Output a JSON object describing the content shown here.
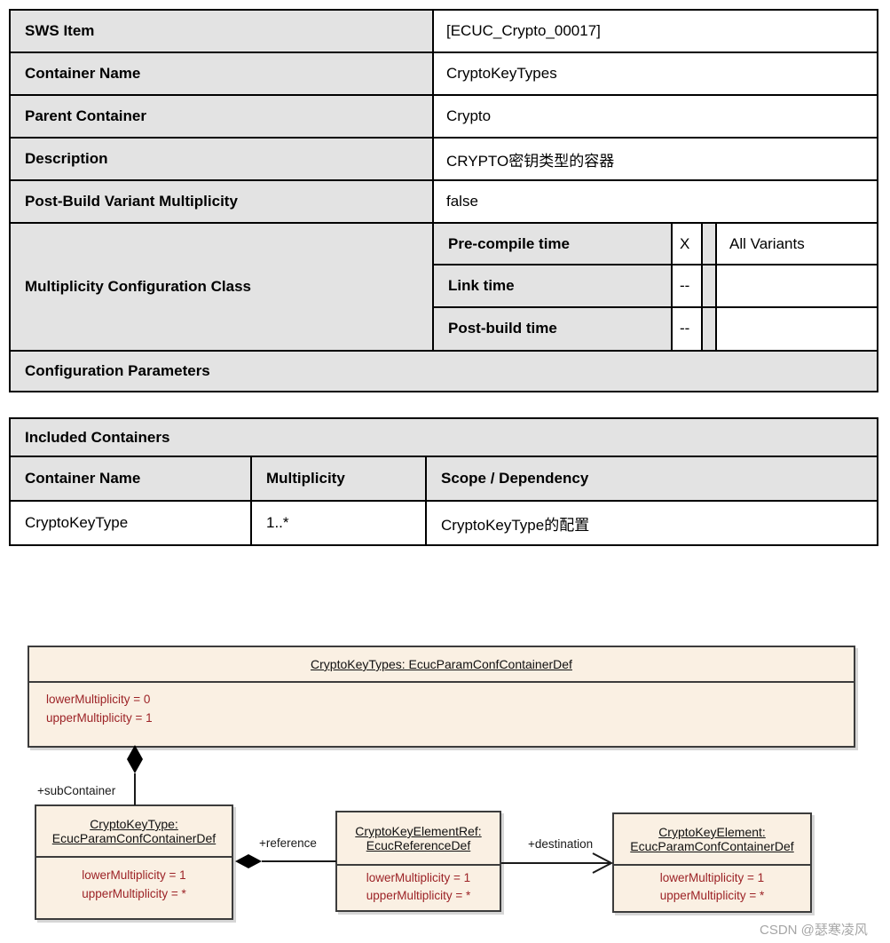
{
  "spec_table": {
    "rows": [
      {
        "label": "SWS Item",
        "value": "[ECUC_Crypto_00017]"
      },
      {
        "label": "Container Name",
        "value": "CryptoKeyTypes"
      },
      {
        "label": "Parent Container",
        "value": "Crypto"
      },
      {
        "label": "Description",
        "value": "CRYPTO密钥类型的容器"
      },
      {
        "label": "Post-Build Variant Multiplicity",
        "value": "false"
      }
    ],
    "multiplicity_config": {
      "label": "Multiplicity Configuration Class",
      "rows": [
        {
          "phase": "Pre-compile time",
          "mark": "X",
          "variant": "All Variants"
        },
        {
          "phase": "Link time",
          "mark": "--",
          "variant": ""
        },
        {
          "phase": "Post-build time",
          "mark": "--",
          "variant": ""
        }
      ]
    },
    "footer": "Configuration Parameters"
  },
  "included_containers": {
    "title": "Included Containers",
    "headers": [
      "Container Name",
      "Multiplicity",
      "Scope / Dependency"
    ],
    "rows": [
      [
        "CryptoKeyType",
        "1..*",
        "CryptoKeyType的配置"
      ]
    ]
  },
  "diagram": {
    "top_box": {
      "title": "CryptoKeyTypes: EcucParamConfContainerDef",
      "attr1": "lowerMultiplicity = 0",
      "attr2": "upperMultiplicity = 1"
    },
    "keytype_box": {
      "title_line1": "CryptoKeyType:",
      "title_line2": "EcucParamConfContainerDef",
      "attr1": "lowerMultiplicity = 1",
      "attr2": "upperMultiplicity = *"
    },
    "elemref_box": {
      "title_line1": "CryptoKeyElementRef:",
      "title_line2": "EcucReferenceDef",
      "attr1": "lowerMultiplicity = 1",
      "attr2": "upperMultiplicity = *"
    },
    "elem_box": {
      "title_line1": "CryptoKeyElement:",
      "title_line2": "EcucParamConfContainerDef",
      "attr1": "lowerMultiplicity = 1",
      "attr2": "upperMultiplicity = *"
    },
    "labels": {
      "sub_container": "+subContainer",
      "reference": "+reference",
      "destination": "+destination"
    },
    "colors": {
      "box_fill": "#faf0e3",
      "box_border": "#3c3c3c",
      "attr_text": "#9c2226"
    }
  },
  "watermark": "CSDN @瑟寒凌风"
}
